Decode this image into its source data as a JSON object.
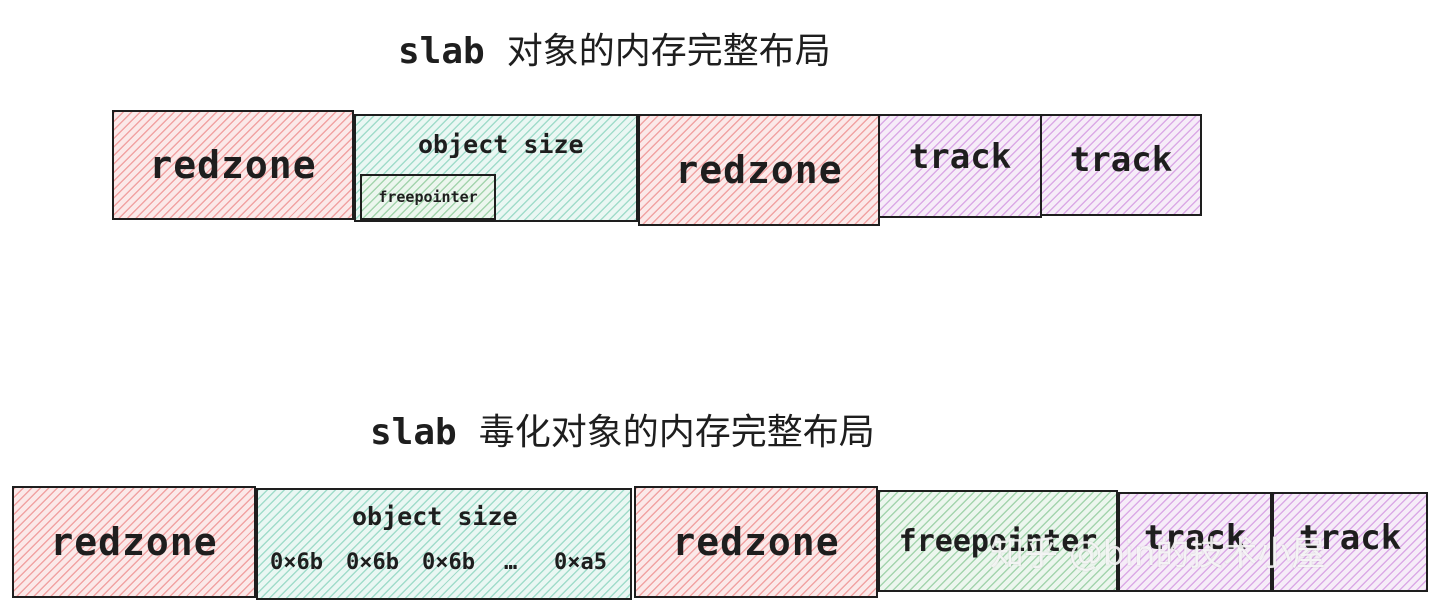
{
  "diagram_1": {
    "title_prefix": "slab",
    "title_zh": "对象的内存完整布局",
    "redzone_left": "redzone",
    "object_size": "object size",
    "freepointer": "freepointer",
    "redzone_right": "redzone",
    "track_1": "track",
    "track_2": "track"
  },
  "diagram_2": {
    "title_prefix": "slab",
    "title_zh": "毒化对象的内存完整布局",
    "redzone_left": "redzone",
    "object_size": "object size",
    "poison_bytes": [
      "0×6b",
      "0×6b",
      "0×6b",
      "…",
      "0×a5"
    ],
    "redzone_right": "redzone",
    "freepointer": "freepointer",
    "track_1": "track",
    "track_2": "track"
  },
  "watermark": "知乎 @bin的技术小屋",
  "colors": {
    "redzone": "#e03131",
    "object": "#0ca678",
    "track": "#ae3ec9",
    "freepointer": "#2f9e44",
    "stroke": "#1e1e1e"
  }
}
